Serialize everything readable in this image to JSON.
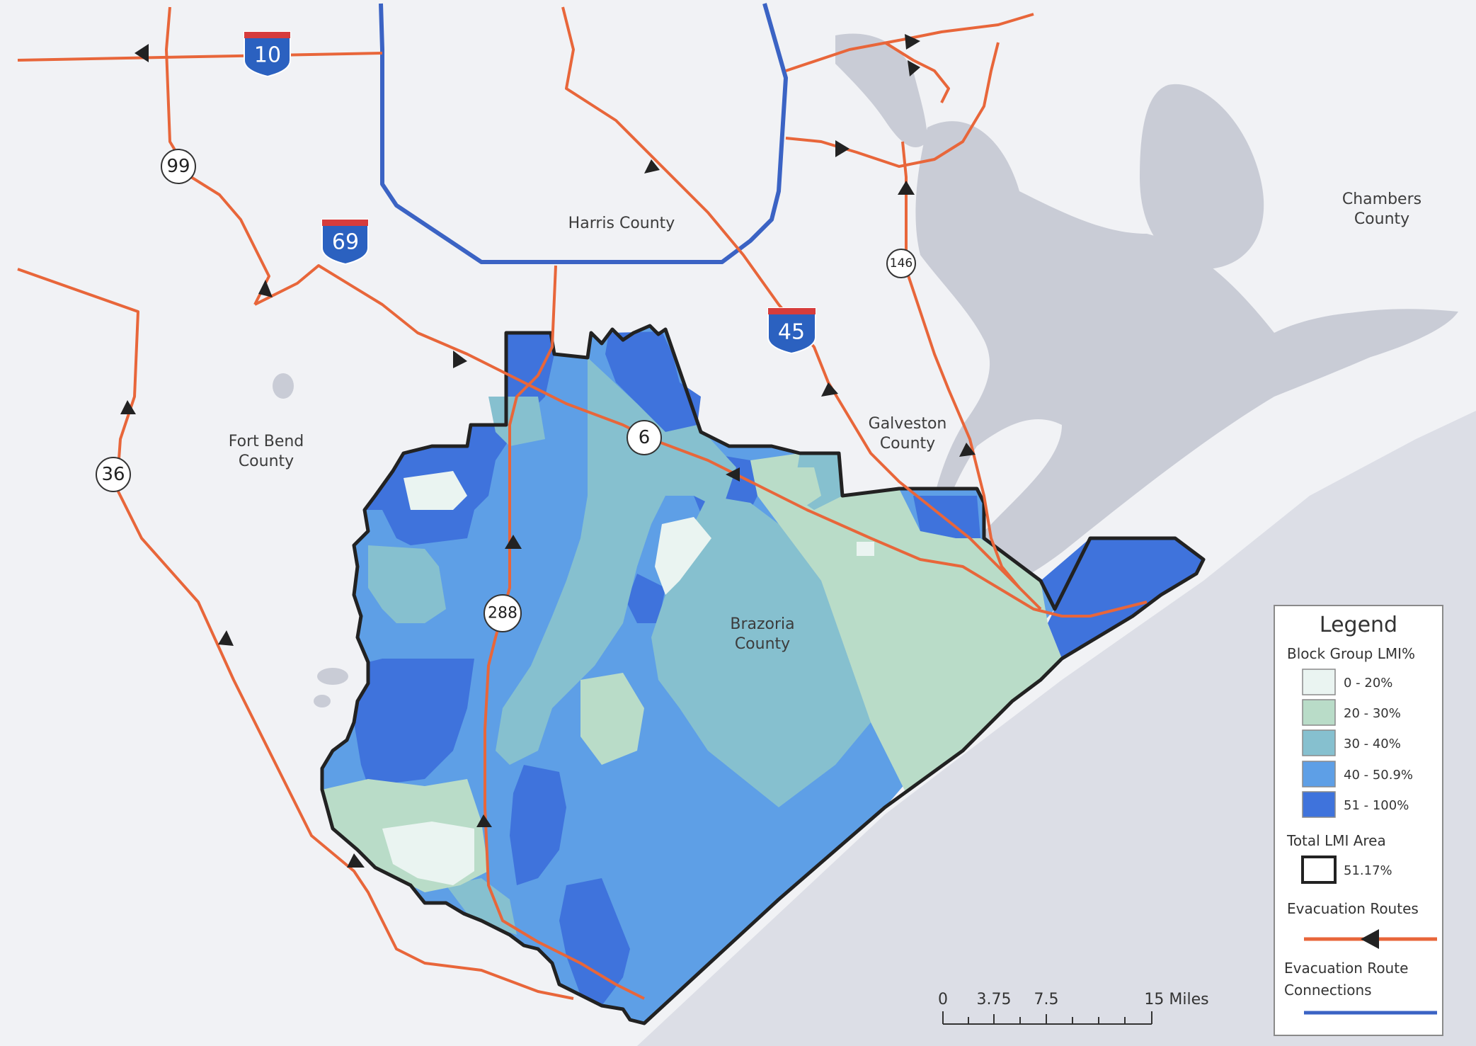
{
  "colors": {
    "land": "#f1f2f5",
    "water": "#c9ccd6",
    "gulf": "#dcdee6",
    "route": "#e8663a",
    "connection": "#3b63c4",
    "lmi_0_20": "#eaf4f1",
    "lmi_20_30": "#b9dcc8",
    "lmi_30_40": "#86c0cf",
    "lmi_40_50": "#5e9fe6",
    "lmi_51_100": "#3f73dc",
    "boundary": "#222222"
  },
  "counties": {
    "harris": "Harris County",
    "chambers_line1": "Chambers",
    "chambers_line2": "County",
    "fort_bend_line1": "Fort Bend",
    "fort_bend_line2": "County",
    "galveston_line1": "Galveston",
    "galveston_line2": "County",
    "brazoria_line1": "Brazoria",
    "brazoria_line2": "County"
  },
  "highways": {
    "i10": "10",
    "i69": "69",
    "i45": "45",
    "sh99": "99",
    "sh36": "36",
    "sh288": "288",
    "sh146": "146",
    "us6": "6"
  },
  "legend": {
    "title": "Legend",
    "block_group_heading": "Block Group LMI%",
    "classes": [
      {
        "label": "0 - 20%",
        "color": "#eaf4f1"
      },
      {
        "label": "20 - 30%",
        "color": "#b9dcc8"
      },
      {
        "label": "30 - 40%",
        "color": "#86c0cf"
      },
      {
        "label": "40 - 50.9%",
        "color": "#5e9fe6"
      },
      {
        "label": "51 - 100%",
        "color": "#3f73dc"
      }
    ],
    "total_heading": "Total LMI Area",
    "total_value": "51.17%",
    "evac_routes": "Evacuation Routes",
    "evac_connections_line1": "Evacuation Route",
    "evac_connections_line2": "Connections"
  },
  "scale_bar": {
    "tick_0": "0",
    "tick_1": "3.75",
    "tick_2": "7.5",
    "tick_3": "15 Miles"
  }
}
